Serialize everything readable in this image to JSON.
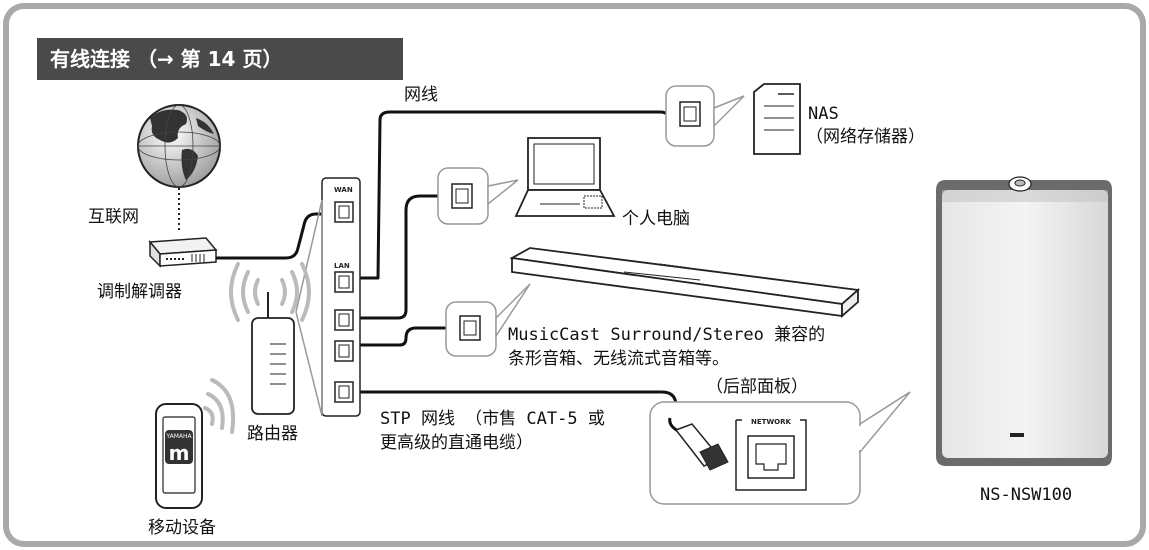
{
  "header": {
    "title": "有线连接 （→ 第 14 页）"
  },
  "labels": {
    "internet": "互联网",
    "modem": "调制解调器",
    "router": "路由器",
    "mobile": "移动设备",
    "network_cable": "网线",
    "nas_line1": "NAS",
    "nas_line2": "（网络存储器）",
    "pc": "个人电脑",
    "soundbar_line1": "MusicCast Surround/Stereo 兼容的",
    "soundbar_line2": "条形音箱、无线流式音箱等。",
    "rear_panel": "（后部面板）",
    "stp_line1": "STP 网线 （市售 CAT-5 或",
    "stp_line2": "更高级的直通电缆）",
    "product": "NS-NSW100",
    "port_wan": "WAN",
    "port_lan": "LAN",
    "port_network": "NETWORK",
    "app_brand": "YAMAHA",
    "app_letter": "m"
  },
  "icons": [
    "globe-icon",
    "modem-icon",
    "router-icon",
    "wifi-waves-icon",
    "mobile-phone-icon",
    "nas-icon",
    "laptop-icon",
    "soundbar-icon",
    "subwoofer-icon",
    "ethernet-plug-icon",
    "ethernet-port-icon"
  ],
  "colors": {
    "frame": "#a9a9a9",
    "title_bg": "#4a4a4a",
    "subwoofer_body": "#666666",
    "subwoofer_front": "#dcdcdc"
  }
}
